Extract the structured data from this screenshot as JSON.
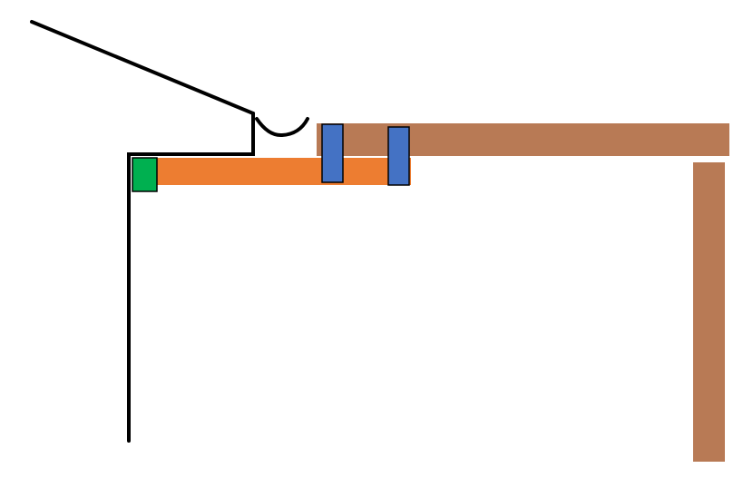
{
  "colors": {
    "background": "#ffffff",
    "outline": "#000000",
    "wood_brown": "#b87a55",
    "orange_bar": "#ed7d31",
    "green_block": "#00b050",
    "blue_clamp": "#4472c4"
  },
  "diagram": {
    "elements": [
      {
        "name": "lid-line",
        "icon": "slanted-line"
      },
      {
        "name": "hook-curve",
        "icon": "arc"
      },
      {
        "name": "frame-line",
        "icon": "l-shaped-line"
      },
      {
        "name": "tabletop-beam",
        "icon": "rectangle"
      },
      {
        "name": "table-leg",
        "icon": "rectangle"
      },
      {
        "name": "orange-bar",
        "icon": "rectangle"
      },
      {
        "name": "green-block",
        "icon": "square"
      },
      {
        "name": "blue-clamp-left",
        "icon": "rectangle"
      },
      {
        "name": "blue-clamp-right",
        "icon": "rectangle"
      }
    ]
  }
}
